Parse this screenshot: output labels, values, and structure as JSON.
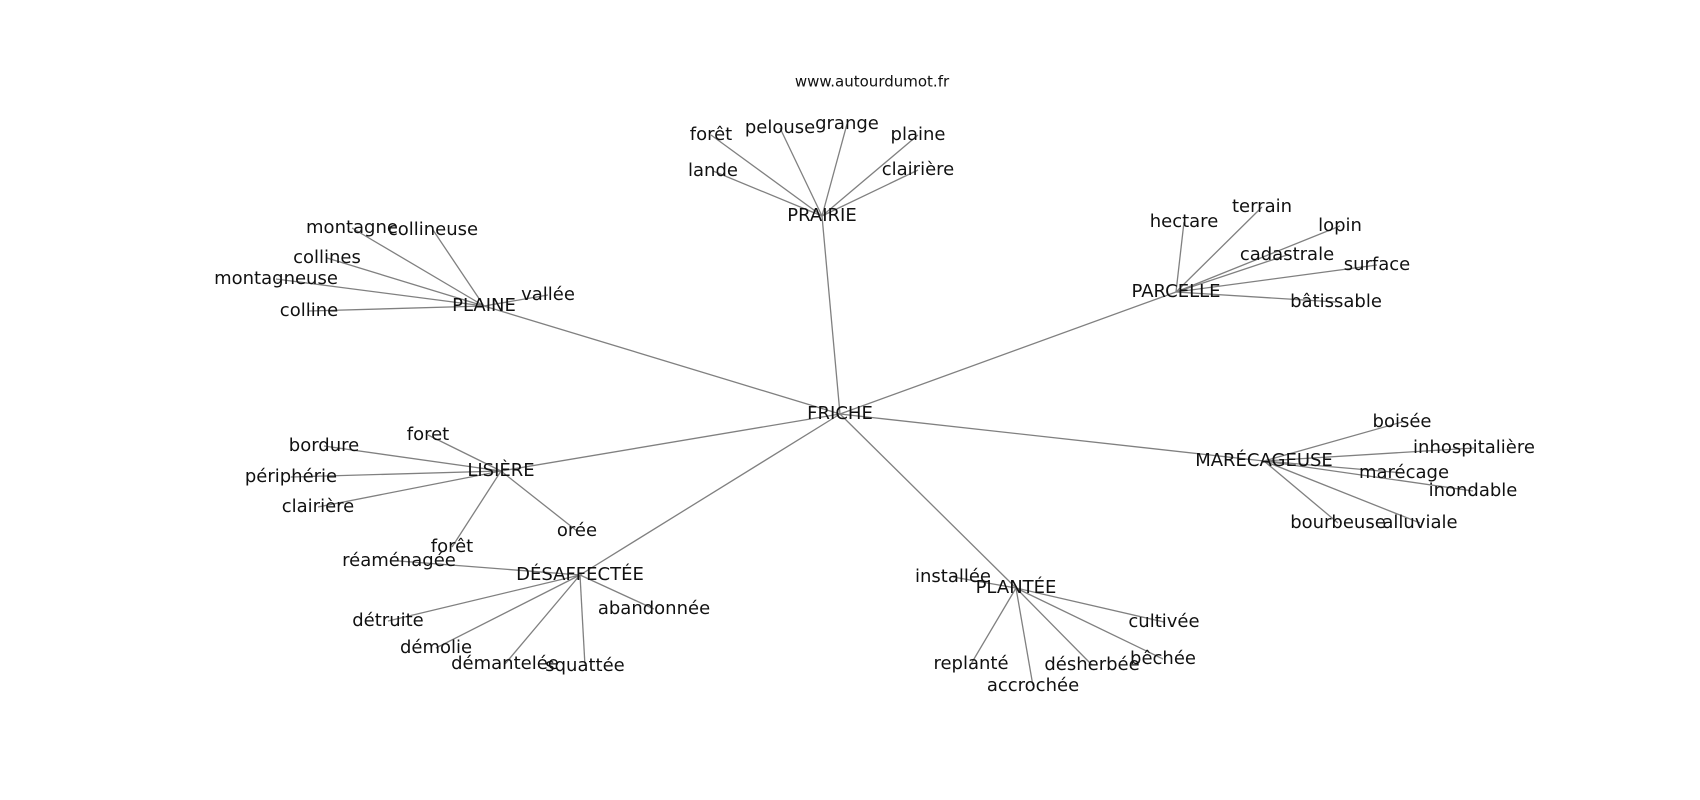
{
  "site_url": "www.autourdumot.fr",
  "center": {
    "id": "friche",
    "label": "FRICHE"
  },
  "clusters": [
    {
      "id": "prairie",
      "label": "PRAIRIE",
      "leaves": [
        "forêt",
        "pelouse",
        "grange",
        "plaine",
        "lande",
        "clairière"
      ]
    },
    {
      "id": "parcelle",
      "label": "PARCELLE",
      "leaves": [
        "hectare",
        "terrain",
        "lopin",
        "cadastrale",
        "surface",
        "bâtissable"
      ]
    },
    {
      "id": "plaine",
      "label": "PLAINE",
      "leaves": [
        "montagne",
        "collineuse",
        "collines",
        "montagneuse",
        "colline",
        "vallée"
      ]
    },
    {
      "id": "lisiere",
      "label": "LISIÈRE",
      "leaves": [
        "foret",
        "bordure",
        "périphérie",
        "clairière",
        "forêt",
        "orée"
      ]
    },
    {
      "id": "marecageuse",
      "label": "MARÉCAGEUSE",
      "leaves": [
        "boisée",
        "inhospitalière",
        "marécage",
        "inondable",
        "bourbeuse",
        "alluviale"
      ]
    },
    {
      "id": "desaffectee",
      "label": "DÉSAFFECTÉE",
      "leaves": [
        "réaménagée",
        "abandonnée",
        "détruite",
        "démolie",
        "démantelée",
        "squattée"
      ]
    },
    {
      "id": "plantee",
      "label": "PLANTÉE",
      "leaves": [
        "installée",
        "cultivée",
        "replanté",
        "bêchée",
        "désherbée",
        "accrochée"
      ]
    }
  ]
}
